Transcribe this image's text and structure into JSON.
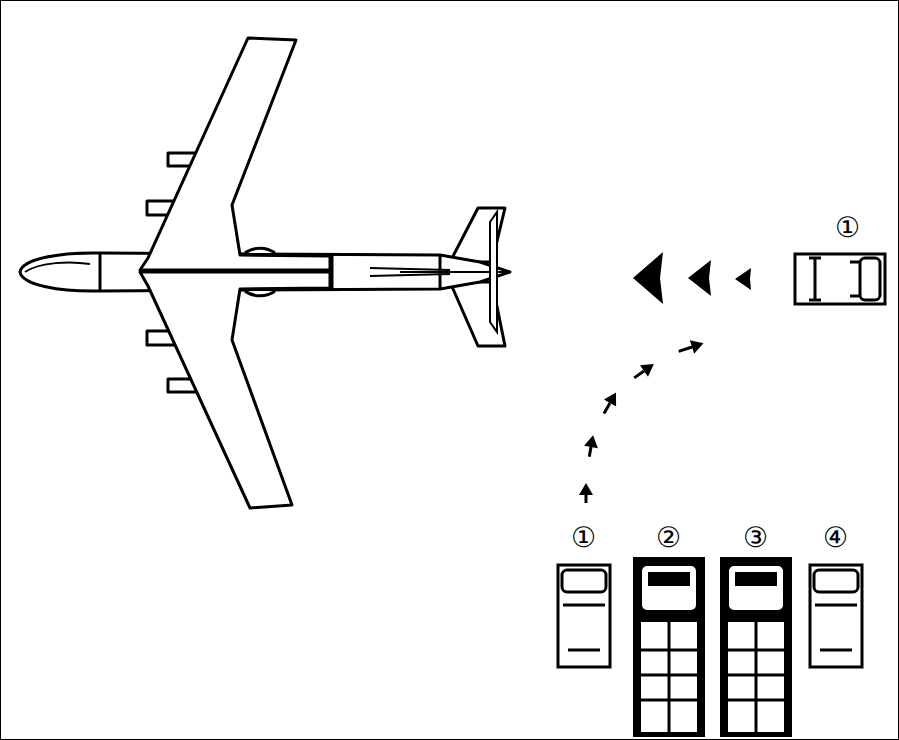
{
  "diagram": {
    "labels": [
      "①",
      "①",
      "②",
      "③",
      "④"
    ]
  }
}
